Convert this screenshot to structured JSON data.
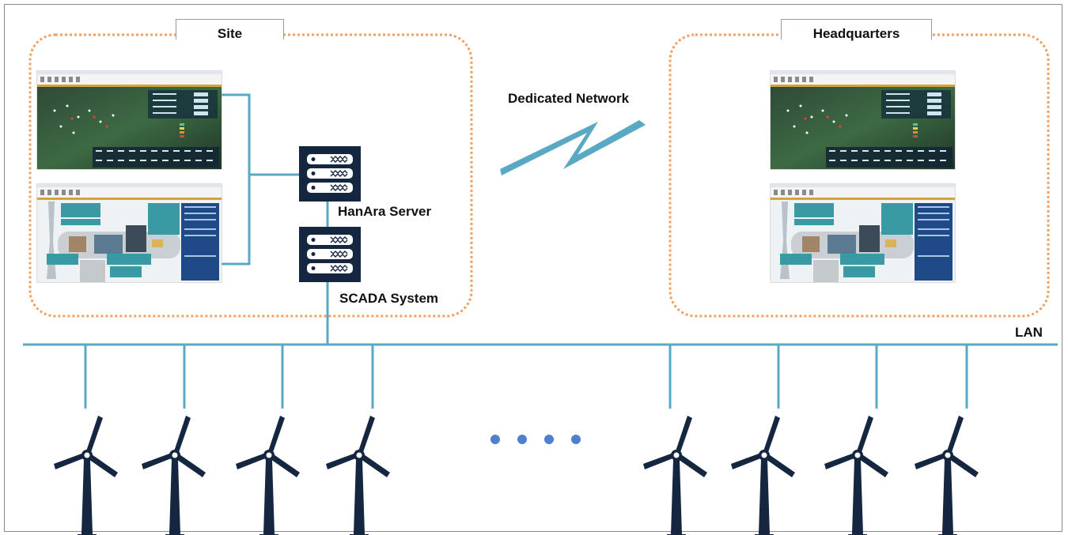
{
  "site": {
    "label": "Site"
  },
  "headquarters": {
    "label": "Headquarters"
  },
  "network": {
    "label": "Dedicated Network"
  },
  "hanara_server": {
    "label": "HanAra Server"
  },
  "scada_system": {
    "label": "SCADA System"
  },
  "lan": {
    "label": "LAN"
  },
  "colors": {
    "zone_border": "#f0a060",
    "link": "#5aa9c4",
    "equipment": "#142640",
    "ellipsis_dot": "#4f7fcf"
  },
  "turbines": {
    "left_group_count": 4,
    "right_group_count": 4
  },
  "icons": [
    "server-icon",
    "wind-turbine-icon",
    "monitor-screenshot",
    "lightning-link-icon"
  ]
}
